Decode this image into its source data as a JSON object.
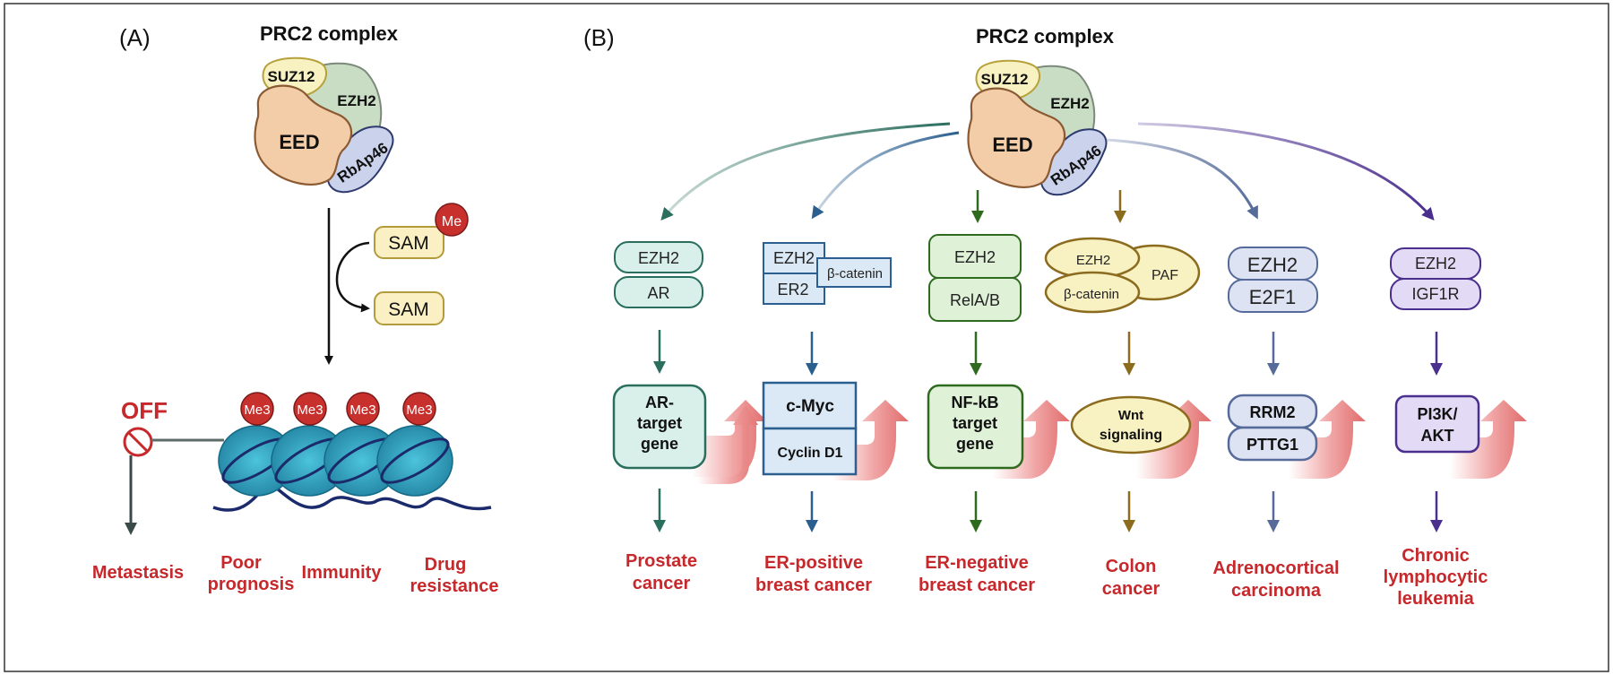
{
  "panel_a": {
    "label": "(A)",
    "title": "PRC2 complex",
    "subunits": {
      "suz12": "SUZ12",
      "ezh2": "EZH2",
      "eed": "EED",
      "rbap46": "RbAp46"
    },
    "sam_top": "SAM",
    "me": "Me",
    "sam_bottom": "SAM",
    "off": "OFF",
    "me3": "Me3",
    "outcomes": {
      "metastasis": "Metastasis",
      "poor_1": "Poor",
      "poor_2": "prognosis",
      "immunity": "Immunity",
      "drug_1": "Drug",
      "drug_2": "resistance"
    }
  },
  "panel_b": {
    "label": "(B)",
    "title": "PRC2 complex",
    "subunits": {
      "suz12": "SUZ12",
      "ezh2": "EZH2",
      "eed": "EED",
      "rbap46": "RbAp46"
    },
    "pathways": [
      {
        "color": "#2a6e5e",
        "partners": [
          "EZH2",
          "AR"
        ],
        "target": [
          "AR-",
          "target",
          "gene"
        ],
        "cancer": [
          "Prostate",
          "cancer"
        ]
      },
      {
        "color": "#2a5f8f",
        "partners": [
          "EZH2",
          "ER2",
          "β-catenin"
        ],
        "target": [
          "c-Myc",
          "Cyclin D1"
        ],
        "cancer": [
          "ER-positive",
          "breast cancer"
        ]
      },
      {
        "color": "#2e6b1e",
        "partners": [
          "EZH2",
          "RelA/B"
        ],
        "target": [
          "NF-kB",
          "target",
          "gene"
        ],
        "cancer": [
          "ER-negative",
          "breast cancer"
        ]
      },
      {
        "color": "#8b6b1e",
        "partners": [
          "EZH2",
          "β-catenin",
          "PAF"
        ],
        "target": [
          "Wnt",
          "signaling"
        ],
        "cancer": [
          "Colon",
          "cancer"
        ]
      },
      {
        "color": "#566b9a",
        "partners": [
          "EZH2",
          "E2F1"
        ],
        "target": [
          "RRM2",
          "PTTG1"
        ],
        "cancer": [
          "Adrenocortical",
          "carcinoma"
        ]
      },
      {
        "color": "#4a2f8f",
        "partners": [
          "EZH2",
          "IGF1R"
        ],
        "target": [
          "PI3K/",
          "AKT"
        ],
        "cancer": [
          "Chronic",
          "lymphocytic",
          "leukemia"
        ]
      }
    ]
  }
}
